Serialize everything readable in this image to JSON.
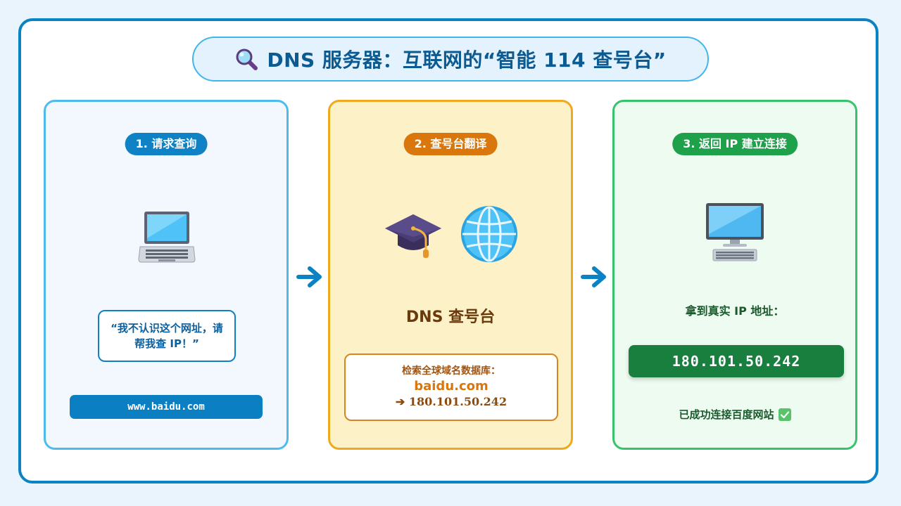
{
  "title": "DNS 服务器：互联网的“智能 114 查号台”",
  "steps": [
    {
      "label": "1. 请求查询",
      "speech": "“我不认识这个网址，请帮我查 IP！”",
      "url": "www.baidu.com",
      "icon": "laptop-icon"
    },
    {
      "label": "2. 查号台翻译",
      "name": "DNS 查号台",
      "lookup_title": "检索全球域名数据库：",
      "lookup_domain": "baidu.com",
      "lookup_result": "➔ 180.101.50.242",
      "icons": [
        "graduation-cap-icon",
        "globe-icon"
      ]
    },
    {
      "label": "3. 返回 IP 建立连接",
      "got_ip": "拿到真实 IP 地址：",
      "ip": "180.101.50.242",
      "success": "已成功连接百度网站",
      "icon": "desktop-computer-icon"
    }
  ],
  "colors": {
    "frame": "#0a82c4",
    "step1": "#0f82c6",
    "step2": "#d9760c",
    "step3": "#1fa04b"
  }
}
